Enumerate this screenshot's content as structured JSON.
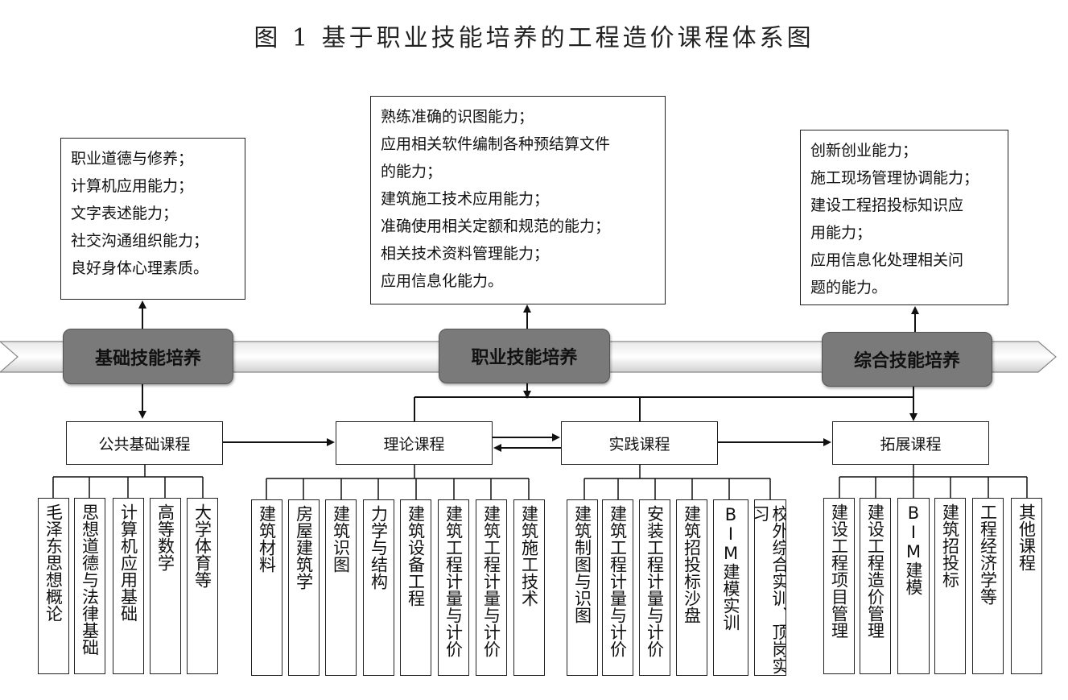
{
  "title": "图 1  基于职业技能培养的工程造价课程体系图",
  "stages": {
    "basic": "基础技能培养",
    "professional": "职业技能培养",
    "comprehensive": "综合技能培养"
  },
  "abilities": {
    "basic": [
      "职业道德与修养；",
      "计算机应用能力；",
      "文字表述能力；",
      "社交沟通组织能力；",
      "良好身体心理素质。"
    ],
    "professional": [
      "熟练准确的识图能力；",
      "应用相关软件编制各种预结算文件",
      "的能力；",
      "建筑施工技术应用能力；",
      "准确使用相关定额和规范的能力；",
      "相关技术资料管理能力；",
      "应用信息化能力。"
    ],
    "comprehensive": [
      "创新创业能力；",
      "施工现场管理协调能力；",
      "建设工程招投标知识应",
      "用能力；",
      "应用信息化处理相关问",
      "题的能力。"
    ]
  },
  "categories": {
    "public": "公共基础课程",
    "theory": "理论课程",
    "practice": "实践课程",
    "extension": "拓展课程"
  },
  "courses": {
    "public": [
      "毛泽东思想概论",
      "思想道德与法律基础",
      "计算机应用基础",
      "高等数学",
      "大学体育等"
    ],
    "theory": [
      "建筑材料",
      "房屋建筑学",
      "建筑识图",
      "力学与结构",
      "建筑设备工程",
      "建筑工程计量与计价",
      "建筑工程计量与计价",
      "建筑施工技术"
    ],
    "practice": [
      "建筑制图与识图",
      "建筑工程计量与计价",
      "安装工程计量与计价",
      "建筑招投标沙盘",
      "BIM建模实训",
      "校外综合实训、顶岗实习"
    ],
    "extension": [
      "建设工程项目管理",
      "建设工程造价管理",
      "BIM建模",
      "建筑招投标",
      "工程经济学等",
      "其他课程"
    ]
  }
}
